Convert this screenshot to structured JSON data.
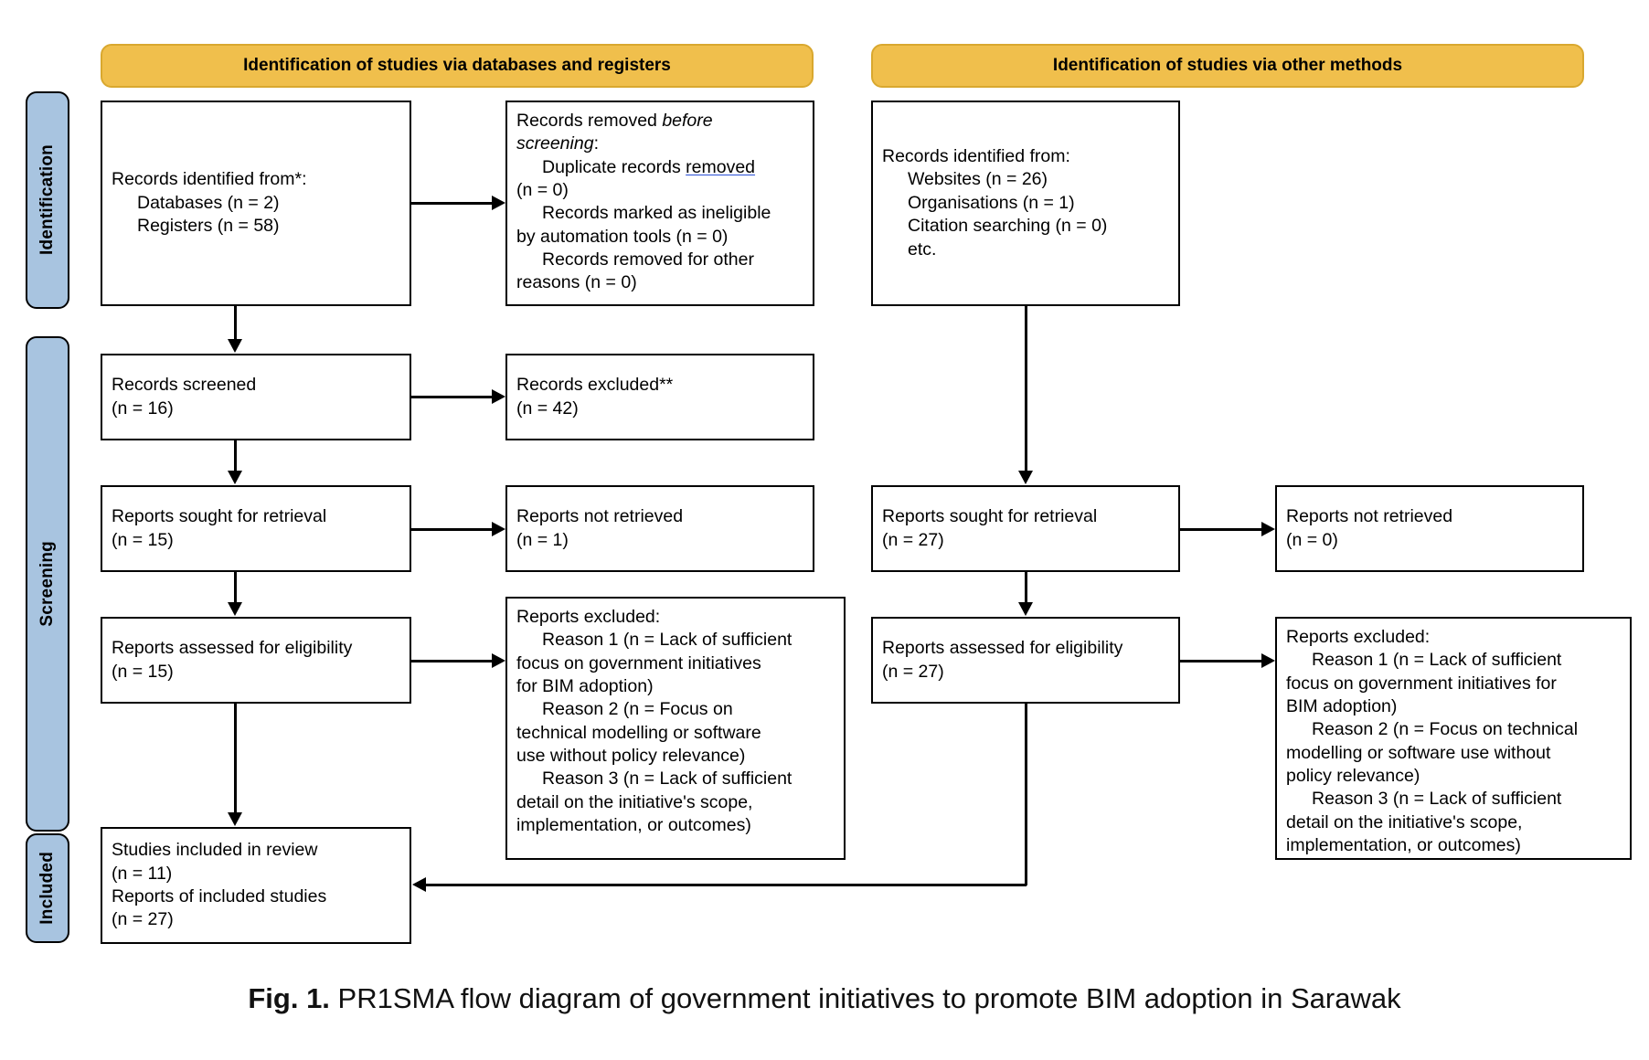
{
  "figure": {
    "label": "Fig. 1.",
    "caption": " PR1SMA flow diagram of government initiatives to promote BIM adoption in Sarawak"
  },
  "colors": {
    "banner_fill": "#f0bf4c",
    "phase_fill": "#a8c4e0",
    "box_border": "#000000",
    "spellcheck_underline": "#2a4fd6"
  },
  "phases": [
    {
      "label": "Identification"
    },
    {
      "label": "Screening"
    },
    {
      "label": "Included"
    }
  ],
  "banners": [
    {
      "label": "Identification of studies via databases and registers"
    },
    {
      "label": "Identification of studies via other methods"
    }
  ],
  "boxes": {
    "records_identified": {
      "lines": [
        "Records identified from*:",
        "Databases (n = 2)",
        "Registers (n = 58)"
      ]
    },
    "records_removed": {
      "line1_prefix": "Records removed ",
      "line1_italic": "before",
      "line2_italic": "screening",
      "line2_suffix": ":",
      "line3_prefix": "Duplicate records ",
      "line3_spell": "removed",
      "line4": "(n = 0)",
      "line5": "Records marked as ineligible",
      "line6": "by automation tools (n = 0)",
      "line7": "Records removed for other",
      "line8": "reasons (n = 0)"
    },
    "records_screened": {
      "lines": [
        "Records screened",
        "(n = 16)"
      ]
    },
    "records_excluded": {
      "lines": [
        "Records excluded**",
        "(n = 42)"
      ]
    },
    "reports_sought_left": {
      "lines": [
        "Reports sought for retrieval",
        "(n = 15)"
      ]
    },
    "reports_not_retrieved_left": {
      "lines": [
        "Reports not retrieved",
        "(n = 1)"
      ]
    },
    "reports_assessed_left": {
      "lines": [
        "Reports assessed for eligibility",
        "(n = 15)"
      ]
    },
    "reports_excluded_left": {
      "title": "Reports excluded:",
      "lines": [
        "Reason 1 (n = Lack of sufficient",
        "focus on government initiatives",
        "for BIM adoption)",
        "Reason 2 (n = Focus on",
        "technical modelling or software",
        "use without policy relevance)",
        "Reason 3 (n = Lack of sufficient",
        "detail on the initiative's scope,",
        "implementation, or outcomes)"
      ]
    },
    "studies_included": {
      "lines": [
        "Studies included in review",
        "(n = 11)",
        "Reports of included studies",
        "(n = 27)"
      ]
    },
    "records_identified_other": {
      "lines": [
        "Records identified from:",
        "Websites (n = 26)",
        "Organisations (n = 1)",
        "Citation searching (n = 0)",
        "etc."
      ]
    },
    "reports_sought_right": {
      "lines": [
        "Reports sought for retrieval",
        "(n = 27)"
      ]
    },
    "reports_not_retrieved_right": {
      "lines": [
        "Reports not retrieved",
        "(n = 0)"
      ]
    },
    "reports_assessed_right": {
      "lines": [
        "Reports assessed for eligibility",
        "(n = 27)"
      ]
    },
    "reports_excluded_right": {
      "title": "Reports excluded:",
      "lines": [
        "Reason 1 (n = Lack of sufficient",
        "focus on government initiatives for",
        "BIM adoption)",
        "Reason 2 (n = Focus on technical",
        "modelling or software use without",
        "policy relevance)",
        "Reason 3 (n = Lack of sufficient",
        "detail on the initiative's scope,",
        "implementation, or outcomes)"
      ]
    }
  }
}
